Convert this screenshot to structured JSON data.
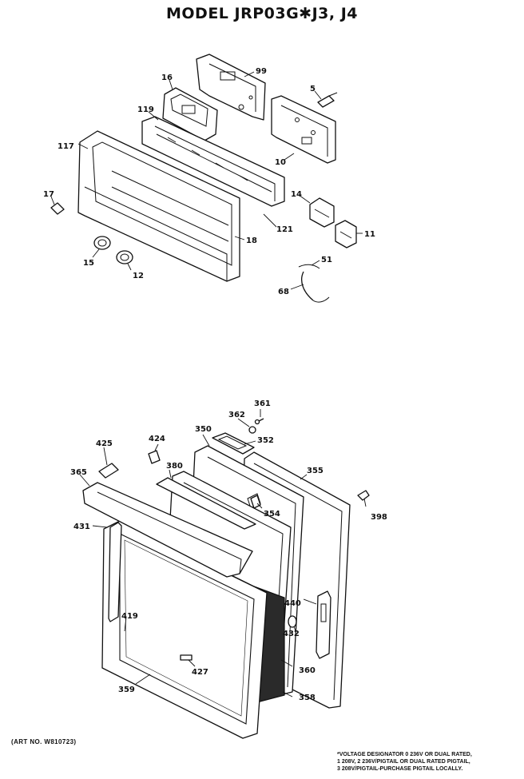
{
  "title": "MODEL JRP03G✱J3, J4",
  "art_no": "(ART NO. W810723)",
  "footnote": [
    "*VOLTAGE DESIGNATOR 0 236V OR DUAL RATED,",
    "1 208V, 2 236V/PIGTAIL OR DUAL RATED PIGTAIL,",
    "3 208V/PIGTAIL-PURCHASE PIGTAIL LOCALLY."
  ],
  "labels": {
    "p99": "99",
    "p16": "16",
    "p5": "5",
    "p119": "119",
    "p117": "117",
    "p10": "10",
    "p17": "17",
    "p14": "14",
    "p121": "121",
    "p18": "18",
    "p11": "11",
    "p15": "15",
    "p12": "12",
    "p51": "51",
    "p68": "68",
    "p361": "361",
    "p362": "362",
    "p350": "350",
    "p352": "352",
    "p424": "424",
    "p425": "425",
    "p380": "380",
    "p355": "355",
    "p365": "365",
    "p354": "354",
    "p398": "398",
    "p431": "431",
    "p440": "440",
    "p419": "419",
    "p432": "432",
    "p427": "427",
    "p360": "360",
    "p359": "359",
    "p358": "358"
  }
}
